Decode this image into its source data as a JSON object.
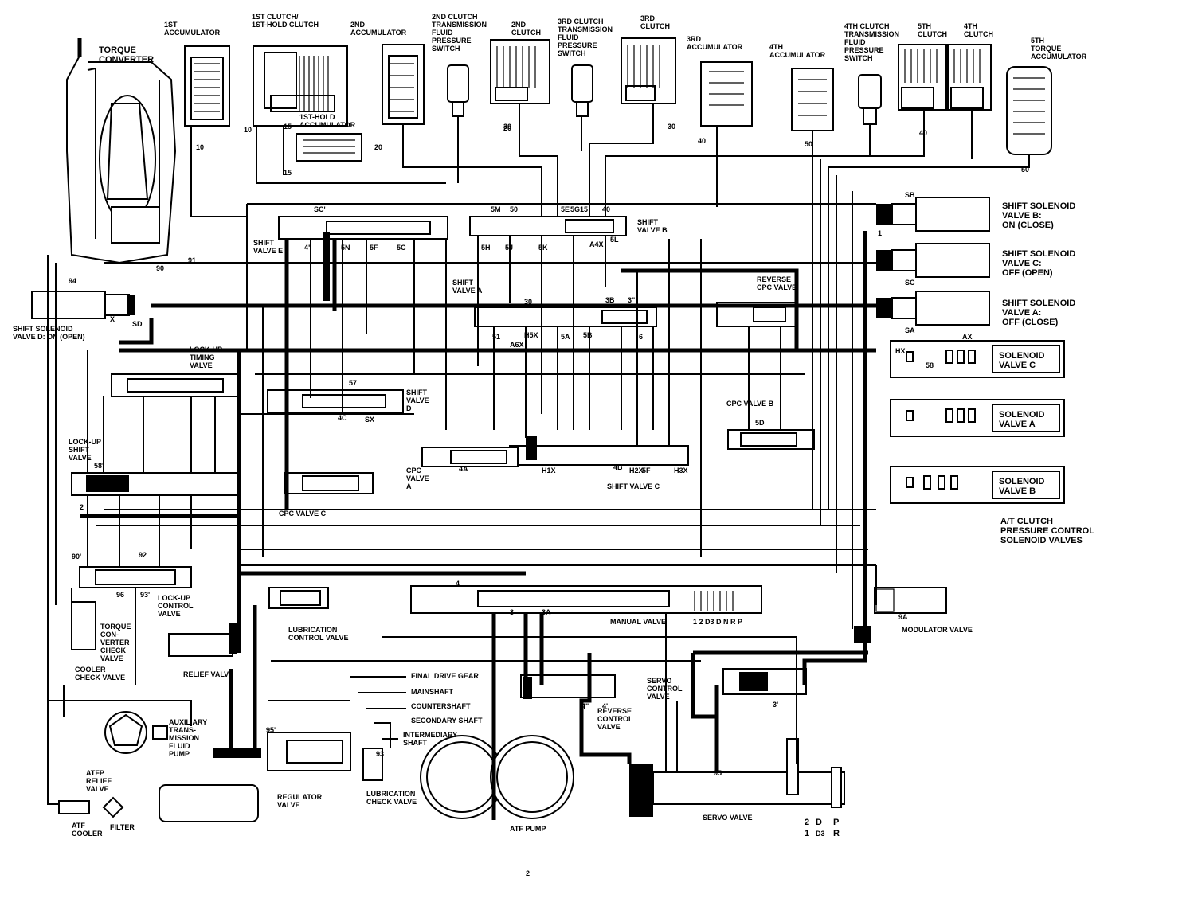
{
  "components": {
    "torque_converter": "TORQUE\nCONVERTER",
    "acc1": "1ST\nACCUMULATOR",
    "clutch1": "1ST CLUTCH/\n1ST-HOLD CLUTCH",
    "acc2": "2ND\nACCUMULATOR",
    "sw2": "2ND CLUTCH\nTRANSMISSION\nFLUID\nPRESSURE\nSWITCH",
    "clutch2": "2ND\nCLUTCH",
    "sw3": "3RD CLUTCH\nTRANSMISSION\nFLUID\nPRESSURE\nSWITCH",
    "clutch3": "3RD\nCLUTCH",
    "acc3": "3RD\nACCUMULATOR",
    "acc4": "4TH\nACCUMULATOR",
    "sw4": "4TH CLUTCH\nTRANSMISSION\nFLUID\nPRESSURE\nSWITCH",
    "clutch5": "5TH\nCLUTCH",
    "clutch4": "4TH\nCLUTCH",
    "acc5": "5TH\nTORQUE\nACCUMULATOR",
    "hold_acc": "1ST-HOLD\nACCUMULATOR",
    "solB": "SHIFT SOLENOID\nVALVE B:\nON (CLOSE)",
    "solC": "SHIFT SOLENOID\nVALVE C:\nOFF (OPEN)",
    "solA": "SHIFT SOLENOID\nVALVE A:\nOFF (CLOSE)",
    "solD": "SHIFT SOLENOID\nVALVE D: ON (OPEN)",
    "svC": "SOLENOID\nVALVE C",
    "svA": "SOLENOID\nVALVE A",
    "svB": "SOLENOID\nVALVE B",
    "atclutch": "A/T CLUTCH\nPRESSURE CONTROL\nSOLENOID VALVES",
    "shiftE": "SHIFT\nVALVE E",
    "shiftB": "SHIFT\nVALVE B",
    "shiftA": "SHIFT\nVALVE A",
    "shiftD": "SHIFT\nVALVE\nD",
    "shiftC": "SHIFT VALVE C",
    "revcpc": "REVERSE\nCPC VALVE",
    "cpcB": "CPC VALVE B",
    "cpcA": "CPC\nVALVE\nA",
    "cpcC": "CPC VALVE C",
    "lockup_timing": "LOCK-UP\nTIMING\nVALVE",
    "lockup_shift": "LOCK-UP\nSHIFT\nVALVE",
    "lockup_control": "LOCK-UP\nCONTROL\nVALVE",
    "tc_check": "TORQUE\nCON-\nVERTER\nCHECK\nVALVE",
    "cooler_check": "COOLER\nCHECK VALVE",
    "relief": "RELIEF VALVE",
    "lub_ctrl": "LUBRICATION\nCONTROL VALVE",
    "manual": "MANUAL VALVE",
    "modulator": "MODULATOR VALVE",
    "servo_ctrl": "SERVO\nCONTROL\nVALVE",
    "rev_ctrl": "REVERSE\nCONTROL\nVALVE",
    "aux_pump": "AUXILIARY\nTRANS-\nMISSION\nFLUID\nPUMP",
    "atfp_relief": "ATFP\nRELIEF\nVALVE",
    "atf_cooler": "ATF\nCOOLER",
    "filter": "FILTER",
    "regulator": "REGULATOR\nVALVE",
    "lub_check": "LUBRICATION\nCHECK VALVE",
    "atf_pump": "ATF PUMP",
    "servo": "SERVO VALVE",
    "final_drive": "FINAL DRIVE GEAR",
    "mainshaft": "MAINSHAFT",
    "countershaft": "COUNTERSHAFT",
    "secondary": "SECONDARY SHAFT",
    "intermediary": "INTERMEDIARY\nSHAFT",
    "manual_positions": "1 2 D3 D N R P",
    "shift_positions": [
      "2",
      "1",
      "D",
      "D3",
      "P",
      "R"
    ]
  },
  "port_codes": [
    "10",
    "10",
    "15",
    "15",
    "20",
    "20",
    "30",
    "30",
    "40",
    "50",
    "40",
    "50",
    "90",
    "91",
    "94",
    "SB",
    "SC",
    "SA",
    "SD",
    "X",
    "SC'",
    "5M",
    "50",
    "5E",
    "5G",
    "15",
    "40",
    "5N",
    "5F",
    "5C",
    "5H",
    "5J",
    "5K",
    "4\"",
    "A4X",
    "5L",
    "3B",
    "3\"",
    "30",
    "51",
    "A6X",
    "H5X",
    "5A",
    "5B",
    "6",
    "58",
    "HX",
    "AX",
    "1",
    "2",
    "4",
    "3",
    "3A",
    "4'",
    "3'",
    "95",
    "95'",
    "93",
    "93'",
    "96",
    "92",
    "90'",
    "58'",
    "57",
    "4C",
    "SX",
    "H1X",
    "H2X",
    "H3X",
    "4A",
    "4B",
    "5F",
    "5D",
    "4\"",
    "9A",
    "1",
    "2"
  ]
}
